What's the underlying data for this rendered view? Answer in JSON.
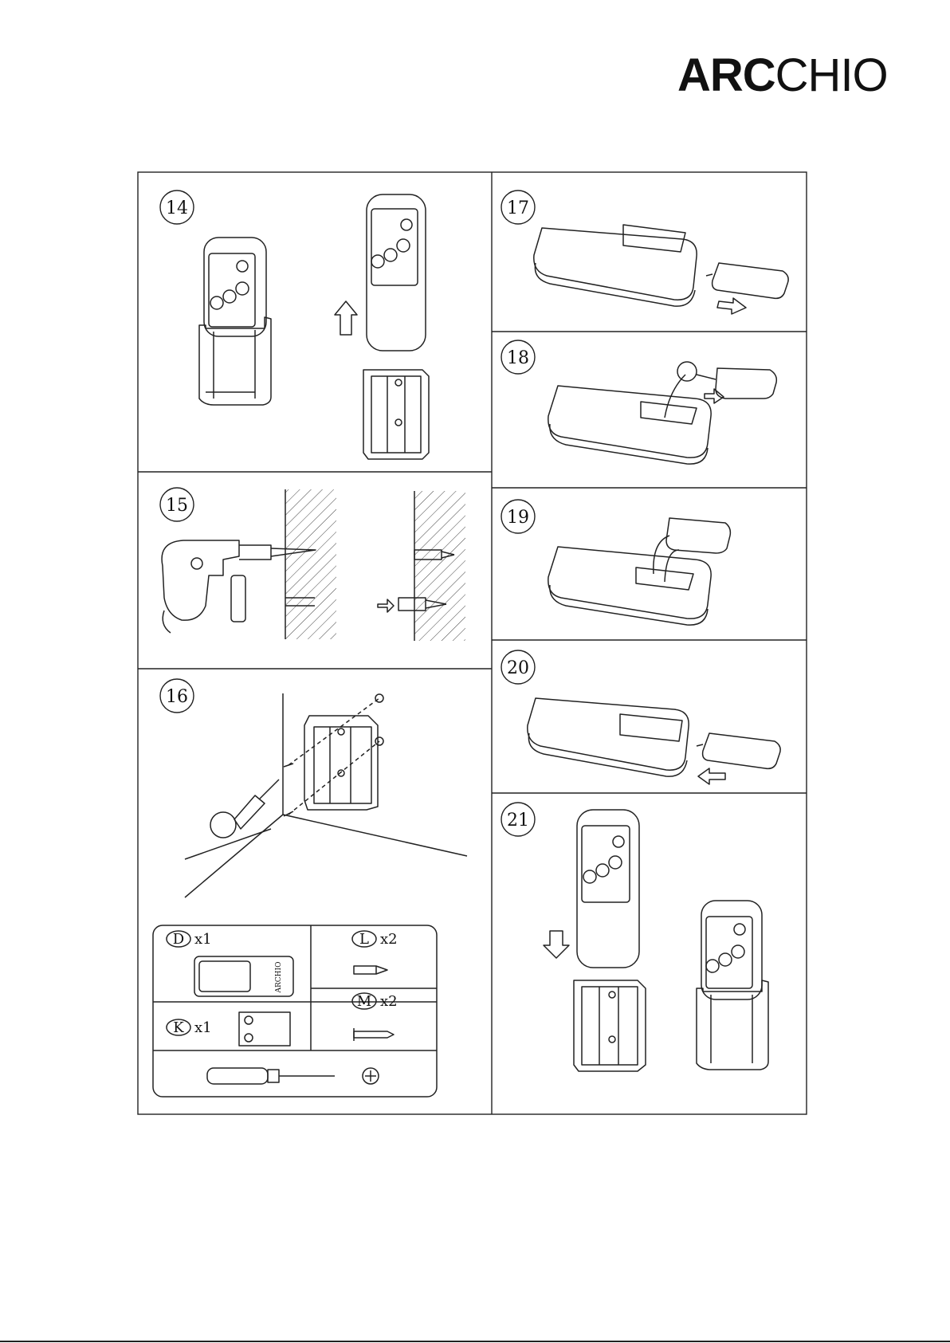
{
  "brand": {
    "bold": "ARC",
    "regular": "CHIO"
  },
  "steps": [
    "14",
    "15",
    "16",
    "17",
    "18",
    "19",
    "20",
    "21"
  ],
  "parts": {
    "d": {
      "letter": "D",
      "qty": "x1"
    },
    "l": {
      "letter": "L",
      "qty": "x2"
    },
    "k": {
      "letter": "K",
      "qty": "x1"
    },
    "m": {
      "letter": "M",
      "qty": "x2"
    }
  },
  "battery_label": "ARCHIO"
}
